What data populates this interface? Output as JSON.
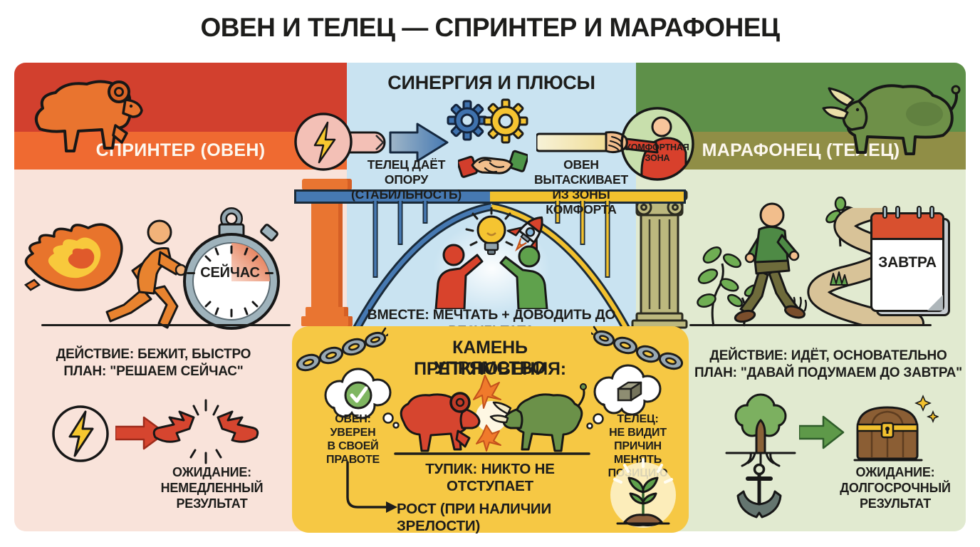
{
  "title": "ОВЕН И ТЕЛЕЦ — СПРИНТЕР И МАРАФОНЕЦ",
  "colors": {
    "aries_red": "#D2402E",
    "aries_orange": "#EF6A31",
    "aries_bg": "#F9E3DA",
    "taurus_green": "#5E9049",
    "taurus_olive": "#908E46",
    "taurus_bg": "#E1EAD0",
    "center_blue_bg": "#C9E3F1",
    "conflict_yellow": "#F6C844",
    "bridge_blue": "#4679B2",
    "bridge_yellow": "#F2C12E",
    "ink": "#1D1D1B"
  },
  "left_panel": {
    "header": "СПРИНТЕР (ОВЕН)",
    "stopwatch_label": "СЕЙЧАС",
    "action_label": "ДЕЙСТВИЕ:",
    "action_value": "БЕЖИТ, БЫСТРО",
    "plan_label": "ПЛАН:",
    "plan_value": "\"РЕШАЕМ СЕЙЧАС\"",
    "expectation_label": "ОЖИДАНИЕ:",
    "expectation_line1": "НЕМЕДЛЕННЫЙ",
    "expectation_line2": "РЕЗУЛЬТАТ"
  },
  "synergy": {
    "title": "СИНЕРГИЯ И ПЛЮСЫ",
    "taurus_gives_line1": "ТЕЛЕЦ ДАЁТ ОПОРУ",
    "taurus_gives_line2": "(СТАБИЛЬНОСТЬ)",
    "aries_pulls_line1": "ОВЕН ВЫТАСКИВАЕТ",
    "aries_pulls_line2": "ИЗ ЗОНЫ КОМФОРТА",
    "comfort_zone_line1": "КОМФОРТНАЯ",
    "comfort_zone_line2": "ЗОНА",
    "together_label": "ВМЕСТЕ:",
    "together_value": "МЕЧТАТЬ + ДОВОДИТЬ ДО РЕЗУЛЬТАТА"
  },
  "conflict": {
    "title_line1": "КАМЕНЬ ПРЕТКНОВЕНИЯ:",
    "title_line2": "УПРЯМСТВО",
    "aries_label": "ОВЕН:",
    "aries_line1": "УВЕРЕН",
    "aries_line2": "В СВОЕЙ",
    "aries_line3": "ПРАВОТЕ",
    "taurus_label": "ТЕЛЕЦ:",
    "taurus_line1": "НЕ ВИДИТ",
    "taurus_line2": "ПРИЧИН МЕНЯТЬ",
    "taurus_line3": "ПОЗИЦИЮ",
    "deadlock_label": "ТУПИК:",
    "deadlock_value": "НИКТО НЕ ОТСТУПАЕТ",
    "growth_label": "РОСТ",
    "growth_value": "(ПРИ НАЛИЧИИ ЗРЕЛОСТИ)"
  },
  "right_panel": {
    "header": "МАРАФОНЕЦ (ТЕЛЕЦ)",
    "calendar_label": "ЗАВТРА",
    "action_label": "ДЕЙСТВИЕ:",
    "action_value": "ИДЁТ, ОСНОВАТЕЛЬНО",
    "plan_label": "ПЛАН:",
    "plan_value": "\"ДАВАЙ ПОДУМАЕМ ДО ЗАВТРА\"",
    "expectation_label": "ОЖИДАНИЕ:",
    "expectation_line1": "ДОЛГОСРОЧНЫЙ",
    "expectation_line2": "РЕЗУЛЬТАТ"
  },
  "icons": {
    "aries-ram-icon": "orange ram",
    "taurus-bull-icon": "green bull",
    "flaming-runner-icon": "runner with flames",
    "stopwatch-icon": "stopwatch",
    "lightning-circle-icon": "lightning bolt in circle",
    "red-arrow-icon": "red right arrow",
    "finish-ribbon-icon": "torn finish ribbon",
    "gears-icon": "two meshing gears",
    "handshake-icon": "handshake",
    "lightning-key-icon": "key circle with lightning bolt",
    "blue-arrow-icon": "blue right arrow",
    "pulling-hand-icon": "hand pulling person from circle",
    "comfort-zone-circle": "person inside comfort-zone circle",
    "bridge-icon": "arched bridge with columns",
    "lightbulb-icon": "idea lightbulb",
    "rocket-icon": "rocket",
    "high-five-figures-icon": "two people high-fiving",
    "broken-chain-icon": "broken chain",
    "thought-check-icon": "thought bubble with checkmark",
    "thought-cube-icon": "thought bubble with stone cube",
    "ram-vs-bull-icon": "ram and bull butting heads",
    "impact-burst-icon": "orange impact burst",
    "curved-arrow-icon": "curved growth arrow",
    "sprout-icon": "sprout in soil with glow",
    "walking-man-icon": "man walking",
    "winding-path-icon": "winding path",
    "plant-icon": "plant branch",
    "calendar-icon": "flip calendar",
    "tree-roots-icon": "tree with roots",
    "anchor-icon": "anchor",
    "green-arrow-icon": "green right arrow",
    "treasure-chest-icon": "treasure chest with sparkles"
  }
}
